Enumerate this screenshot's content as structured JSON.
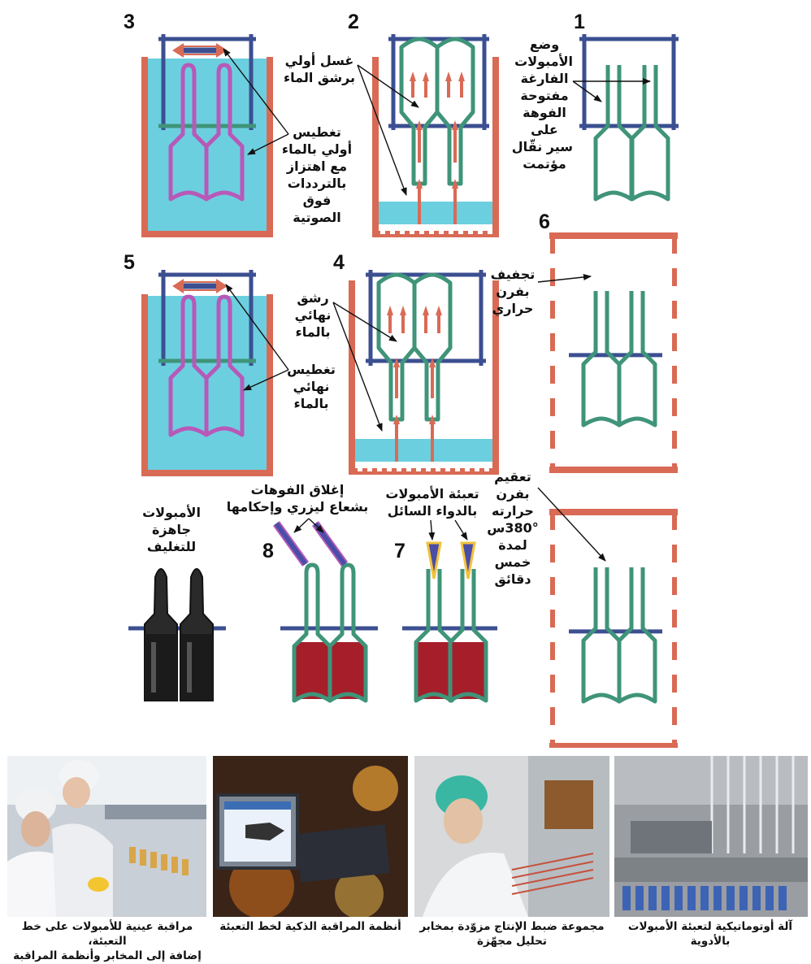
{
  "steps": {
    "s1": {
      "num": "1",
      "label": [
        "وضع",
        "الأمبولات",
        "الفارغة",
        "مفتوحة",
        "الفوهة",
        "على",
        "سير نقّال",
        "مؤتمت"
      ]
    },
    "s2": {
      "num": "2",
      "label": [
        "غسل أولي",
        "برشق الماء"
      ]
    },
    "s3": {
      "num": "3",
      "label": [
        "تغطيس",
        "أولي بالماء",
        "مع اهتزاز",
        "بالترددات",
        "فوق",
        "الصوتية"
      ]
    },
    "s4": {
      "num": "4",
      "label": [
        "رشق",
        "نهائي",
        "بالماء"
      ]
    },
    "s5": {
      "num": "5",
      "label": [
        "تغطيس",
        "نهائي",
        "بالماء"
      ]
    },
    "s6": {
      "num": "6",
      "label": [
        "تجفيف",
        "بفرن",
        "حراري"
      ]
    },
    "s6b": {
      "label": [
        "تعقيم",
        "بفرن",
        "حرارته",
        "380°س",
        "لمدة",
        "خمس",
        "دقائق"
      ]
    },
    "s7": {
      "num": "7",
      "label": [
        "تعبئة الأمبولات",
        "بالدواء السائل"
      ]
    },
    "s8": {
      "num": "8",
      "label": [
        "إغلاق الفوهات",
        "بشعاع ليزري وإحكامها"
      ]
    },
    "ready": {
      "label": [
        "الأمبولات",
        "جاهزة",
        "للتغليف"
      ]
    }
  },
  "colors": {
    "frame_blue": "#3b4f91",
    "ampoule_green": "#3f9479",
    "ampoule_violet": "#b759b9",
    "water_cyan": "#6ccfdf",
    "tank_red": "#d96a55",
    "liquid_red": "#a51e2a",
    "laser_blue": "#4a4ea6",
    "packaged_black": "#2a2a2a"
  },
  "photos": [
    {
      "icon": "lab-inspection-photo",
      "caption": [
        "مراقبة عينية للأمبولات على خط التعبئة،",
        "إضافة إلى المخابر وأنظمة المراقبة"
      ]
    },
    {
      "icon": "monitoring-screen-photo",
      "caption": [
        "أنظمة المراقبة الذكية لخط التعبئة"
      ]
    },
    {
      "icon": "production-control-photo",
      "caption": [
        "مجموعة ضبط الإنتاج مزوّدة بمخابر",
        "تحليل مجهّزة"
      ]
    },
    {
      "icon": "filling-machine-photo",
      "caption": [
        "آلة أوتوماتيكية لتعبئة الأمبولات بالأدوية"
      ]
    }
  ]
}
